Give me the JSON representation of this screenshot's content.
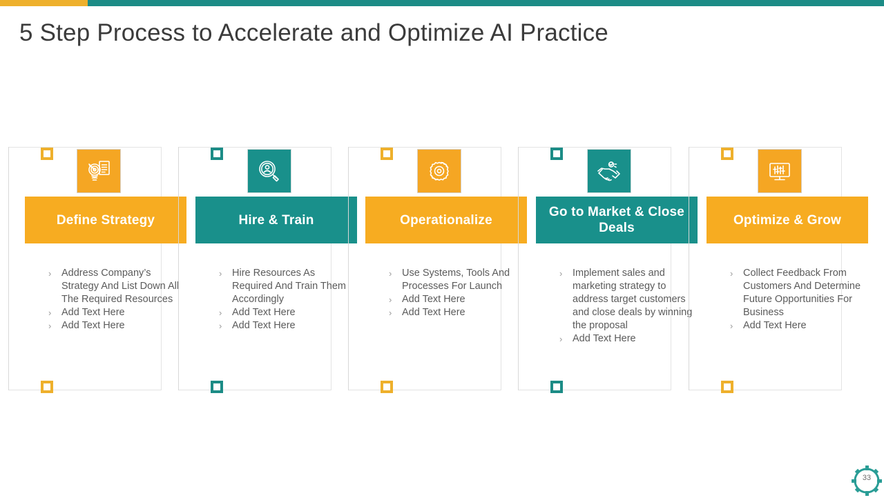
{
  "theme": {
    "orange": "#f7ac21",
    "teal": "#19908b",
    "title_color": "#3b3b3b",
    "body_text_color": "#5b5b5b"
  },
  "top_bar": {
    "left_segment_color": "#eeb02c",
    "right_segment_color": "#1c8c86"
  },
  "title": "5 Step Process to Accelerate and Optimize AI Practice",
  "bullet_glyph": "›",
  "steps": [
    {
      "icon": "target-document-icon",
      "accent": "orange",
      "label": "Define Strategy",
      "bullets": [
        "Address Company’s Strategy And List Down All The Required Resources",
        "Add Text Here",
        "Add Text Here"
      ]
    },
    {
      "icon": "magnifier-person-icon",
      "accent": "teal",
      "label": "Hire & Train",
      "bullets": [
        "Hire Resources As Required And Train Them Accordingly",
        "Add Text Here",
        "Add Text Here"
      ]
    },
    {
      "icon": "gear-cycle-icon",
      "accent": "orange",
      "label": "Operationalize",
      "bullets": [
        "Use Systems, Tools And Processes For Launch",
        "Add Text Here",
        "Add Text Here"
      ]
    },
    {
      "icon": "handshake-icon",
      "accent": "teal",
      "label": "Go to Market & Close Deals",
      "bullets": [
        "Implement sales and marketing strategy to address target customers and close deals by winning the proposal",
        "Add Text Here"
      ]
    },
    {
      "icon": "monitor-chart-icon",
      "accent": "orange",
      "label": "Optimize & Grow",
      "bullets": [
        "Collect Feedback From Customers And Determine Future Opportunities For Business",
        "Add Text Here"
      ]
    }
  ],
  "page_number": "33"
}
